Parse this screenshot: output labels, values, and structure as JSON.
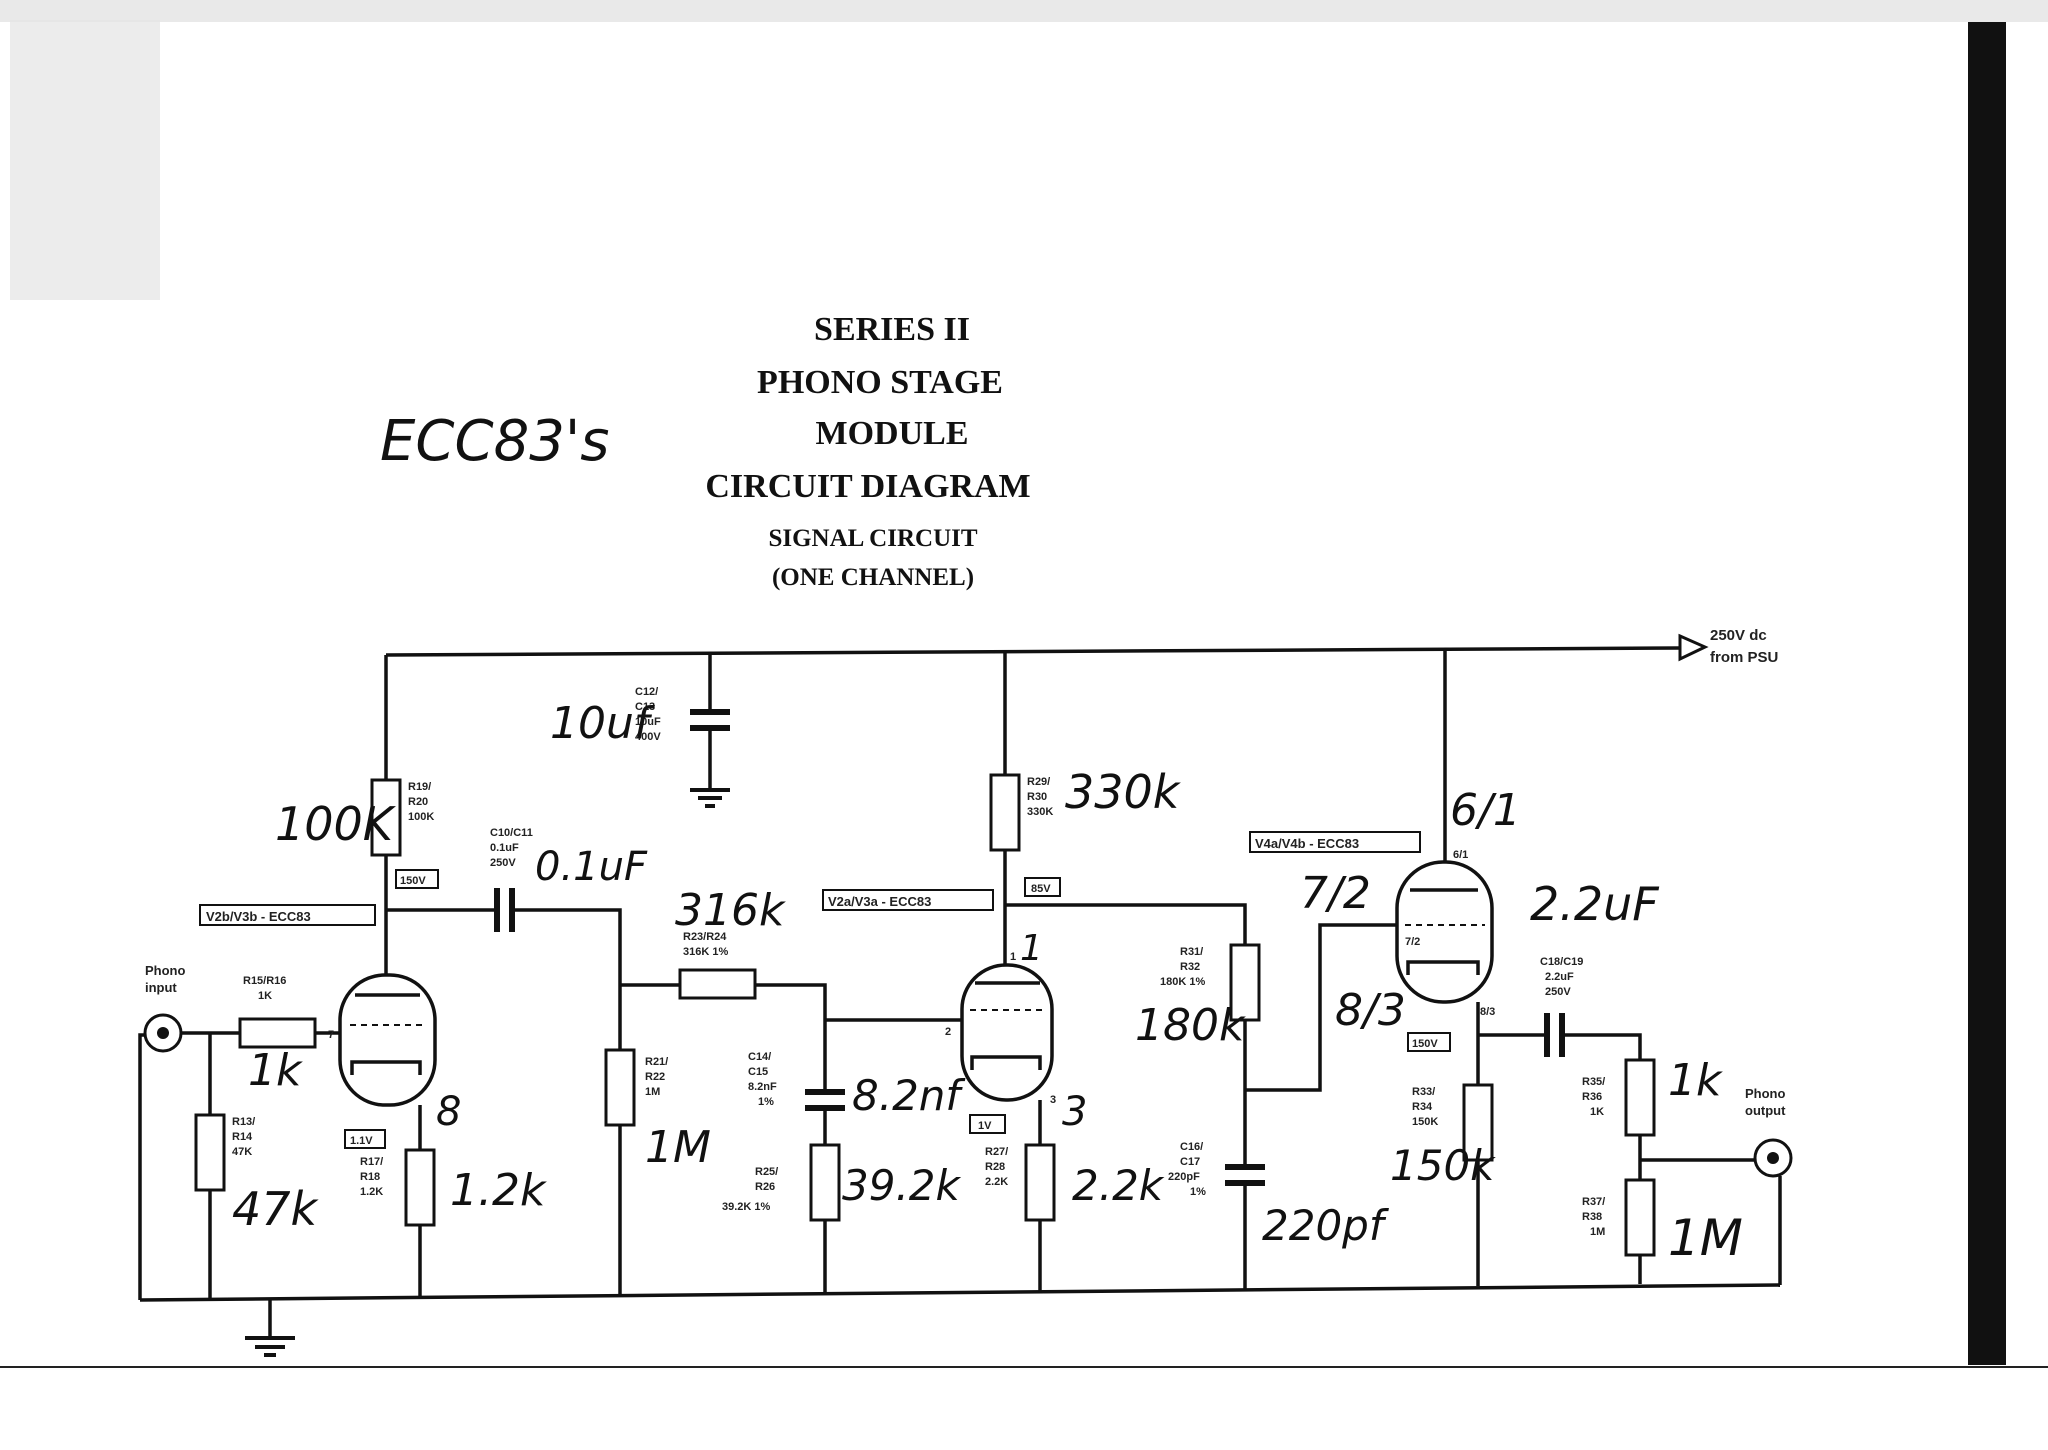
{
  "title": {
    "line1": "SERIES II",
    "line2": "PHONO STAGE",
    "line3": "MODULE",
    "line4": "CIRCUIT DIAGRAM",
    "sub1": "SIGNAL CIRCUIT",
    "sub2": "(ONE CHANNEL)"
  },
  "handwritten": {
    "tube_type": "ECC83's",
    "c12": "10uf",
    "r19": "100K",
    "c10": "0.1uF",
    "r23": "316k",
    "r29": "330k",
    "v4_pin": "6/1",
    "v4_grid": "7/2",
    "v4_cathode": "8/3",
    "c18": "2.2uF",
    "r15": "1k",
    "r13": "47k",
    "r17": "1.2k",
    "r21": "1M",
    "c14": "8.2nf",
    "r25": "39.2k",
    "r31": "180k",
    "v2_pin1": "1",
    "v2_pin3": "3",
    "r27": "2.2k",
    "c16": "220pf",
    "r33": "150k",
    "r35": "1k",
    "r37": "1M",
    "v1_pin8": "8"
  },
  "labels": {
    "supply": [
      "250V dc",
      "from PSU"
    ],
    "phono_input": [
      "Phono",
      "input"
    ],
    "phono_output": [
      "Phono",
      "output"
    ],
    "v1": "V2b/V3b - ECC83",
    "v2": "V2a/V3a - ECC83",
    "v4": "V4a/V4b - ECC83",
    "v1_anode_volt": "150V",
    "v2_anode_volt": "85V",
    "v4_cathode_volt": "150V",
    "v1_cathode_volt": "1.1V",
    "v2_cathode_volt": "1V",
    "c12": [
      "C12/",
      "C13",
      "10uF",
      "400V"
    ],
    "r19": [
      "R19/",
      "R20",
      "100K"
    ],
    "c10": [
      "C10/C11",
      "0.1uF",
      "250V"
    ],
    "r23": [
      "R23/R24",
      "316K 1%"
    ],
    "r29": [
      "R29/",
      "R30",
      "330K"
    ],
    "r15": [
      "R15/R16",
      "1K"
    ],
    "r13": [
      "R13/",
      "R14",
      "47K"
    ],
    "r17": [
      "R17/",
      "R18",
      "1.2K"
    ],
    "r21": [
      "R21/",
      "R22",
      "1M"
    ],
    "c14": [
      "C14/",
      "C15",
      "8.2nF",
      "1%"
    ],
    "r25": [
      "R25/",
      "R26",
      "39.2K 1%"
    ],
    "r27": [
      "R27/",
      "R28",
      "2.2K"
    ],
    "r31": [
      "R31/",
      "R32",
      "180K 1%"
    ],
    "c16": [
      "C16/",
      "C17",
      "220pF",
      "1%"
    ],
    "r33": [
      "R33/",
      "R34",
      "150K"
    ],
    "c18": [
      "C18/C19",
      "2.2uF",
      "250V"
    ],
    "r35": [
      "R35/",
      "R36",
      "1K"
    ],
    "r37": [
      "R37/",
      "R38",
      "1M"
    ],
    "pin6": "6/1",
    "pin7": "7/2",
    "pin8": "8/3",
    "pin1": "1",
    "pin2": "2",
    "pin3": "3",
    "pin7b": "7",
    "pin8b": "8"
  }
}
